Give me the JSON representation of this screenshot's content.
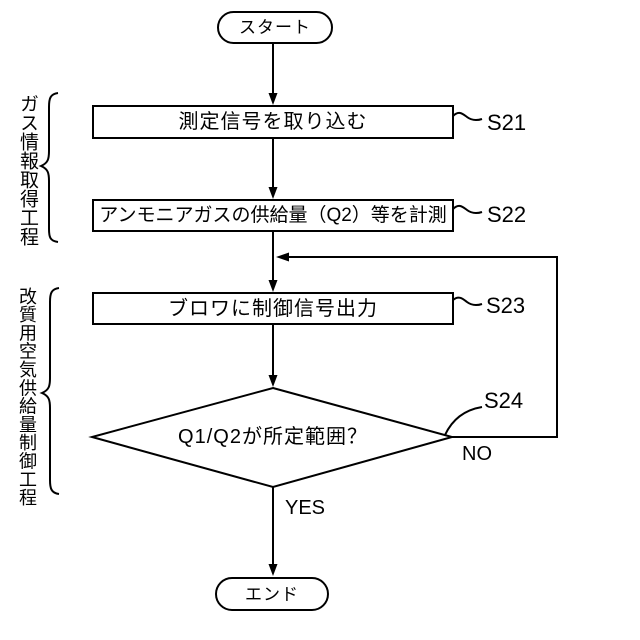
{
  "flowchart": {
    "start": {
      "label": "スタート"
    },
    "end": {
      "label": "エンド"
    },
    "steps": [
      {
        "id": "S21",
        "text": "測定信号を取り込む"
      },
      {
        "id": "S22",
        "text": "アンモニアガスの供給量（Q2）等を計測"
      },
      {
        "id": "S23",
        "text": "ブロワに制御信号出力"
      }
    ],
    "decision": {
      "id": "S24",
      "text": "Q1/Q2が所定範囲？",
      "yes_label": "YES",
      "no_label": "NO"
    },
    "phases": [
      {
        "label": "ガス情報取得工程"
      },
      {
        "label": "改質用空気供給量制御工程"
      }
    ],
    "colors": {
      "line": "#000000",
      "background": "#ffffff"
    }
  }
}
